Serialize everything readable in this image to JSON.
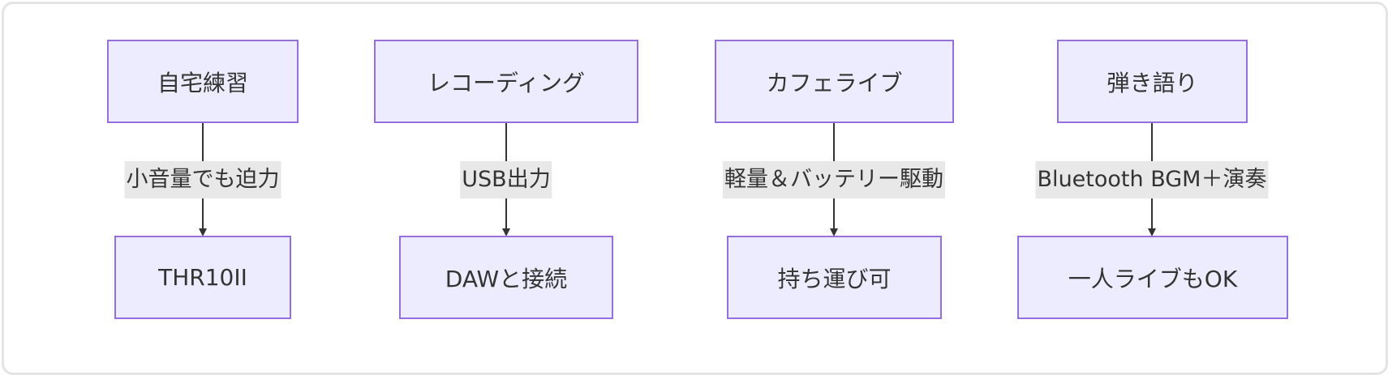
{
  "columns": [
    {
      "source": "自宅練習",
      "edge_label": "小音量でも迫力",
      "target": "THR10II"
    },
    {
      "source": "レコーディング",
      "edge_label": "USB出力",
      "target": "DAWと接続"
    },
    {
      "source": "カフェライブ",
      "edge_label": "軽量＆バッテリー駆動",
      "target": "持ち運び可"
    },
    {
      "source": "弾き語り",
      "edge_label": "Bluetooth BGM＋演奏",
      "target": "一人ライブもOK"
    }
  ],
  "colors": {
    "node_fill": "#ececfe",
    "node_stroke": "#9370db",
    "edge": "#333333",
    "label_bg": "#e8e8e8",
    "frame": "#e4e4e4"
  }
}
